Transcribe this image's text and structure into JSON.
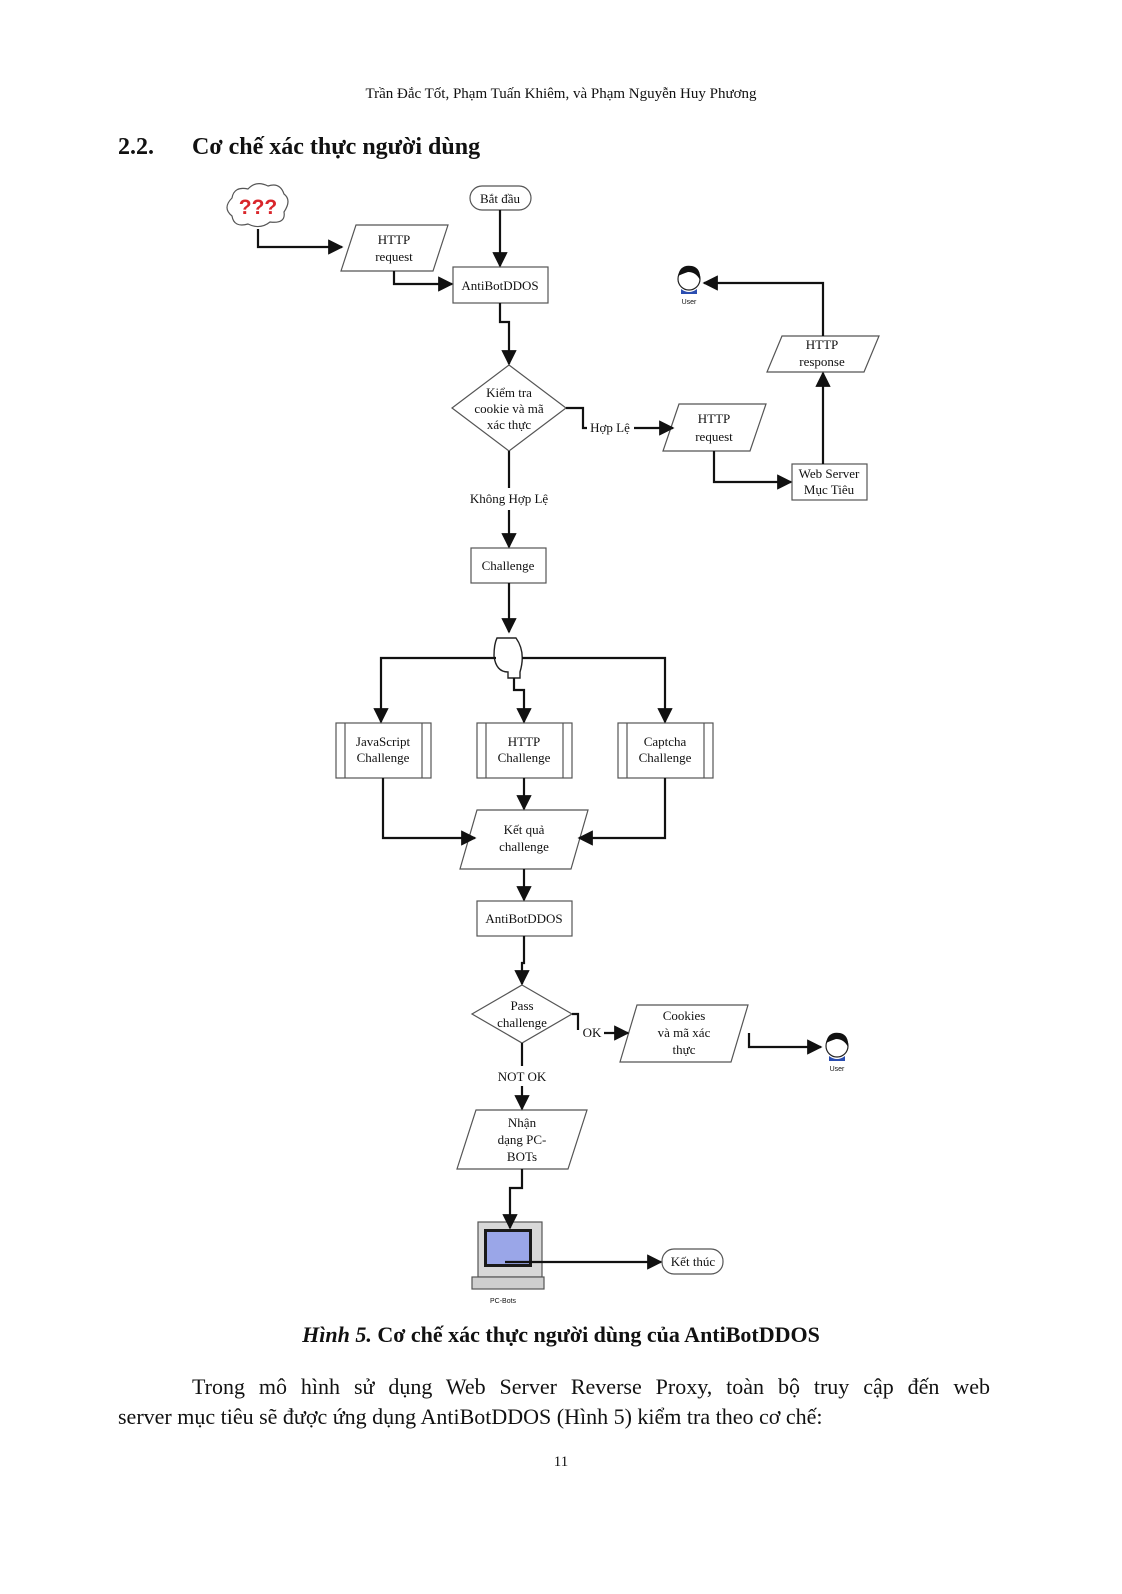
{
  "header": {
    "authors": "Trần Đắc Tốt, Phạm Tuấn Khiêm, và Phạm Nguyễn Huy Phương"
  },
  "section": {
    "number": "2.2.",
    "title": "Cơ chế xác thực người dùng"
  },
  "diagram": {
    "unknown": "???",
    "start": "Bắt đầu",
    "http_request_in": [
      "HTTP",
      "request"
    ],
    "antibot_1": "AntiBotDDOS",
    "check_cookie": [
      "Kiểm tra",
      "cookie và mã",
      "xác thực"
    ],
    "valid_label": "Hợp Lệ",
    "invalid_label": "Không Hợp Lệ",
    "http_request_out": [
      "HTTP",
      "request"
    ],
    "web_server": [
      "Web Server",
      "Mục Tiêu"
    ],
    "http_response": [
      "HTTP",
      "response"
    ],
    "user_label": "User",
    "challenge": "Challenge",
    "js_challenge": [
      "JavaScript",
      "Challenge"
    ],
    "http_challenge": [
      "HTTP",
      "Challenge"
    ],
    "captcha_challenge": [
      "Captcha",
      "Challenge"
    ],
    "challenge_result": [
      "Kết quả",
      "challenge"
    ],
    "antibot_2": "AntiBotDDOS",
    "pass_challenge": [
      "Pass",
      "challenge"
    ],
    "ok_label": "OK",
    "notok_label": "NOT OK",
    "cookies_output": [
      "Cookies",
      "và mã xác",
      "thực"
    ],
    "identify_bots": [
      "Nhận",
      "dạng PC-",
      "BOTs"
    ],
    "pc_bots_label": "PC-Bots",
    "end": "Kết thúc"
  },
  "caption": {
    "label": "Hình 5.",
    "text": " Cơ chế xác thực người dùng của AntiBotDDOS"
  },
  "paragraph": {
    "line1": "Trong mô hình sử dụng Web Server Reverse Proxy, toàn bộ truy cập đến web",
    "line2": "server mục tiêu sẽ được ứng dụng AntiBotDDOS (Hình 5) kiểm tra theo cơ chế:"
  },
  "page_number": "11"
}
